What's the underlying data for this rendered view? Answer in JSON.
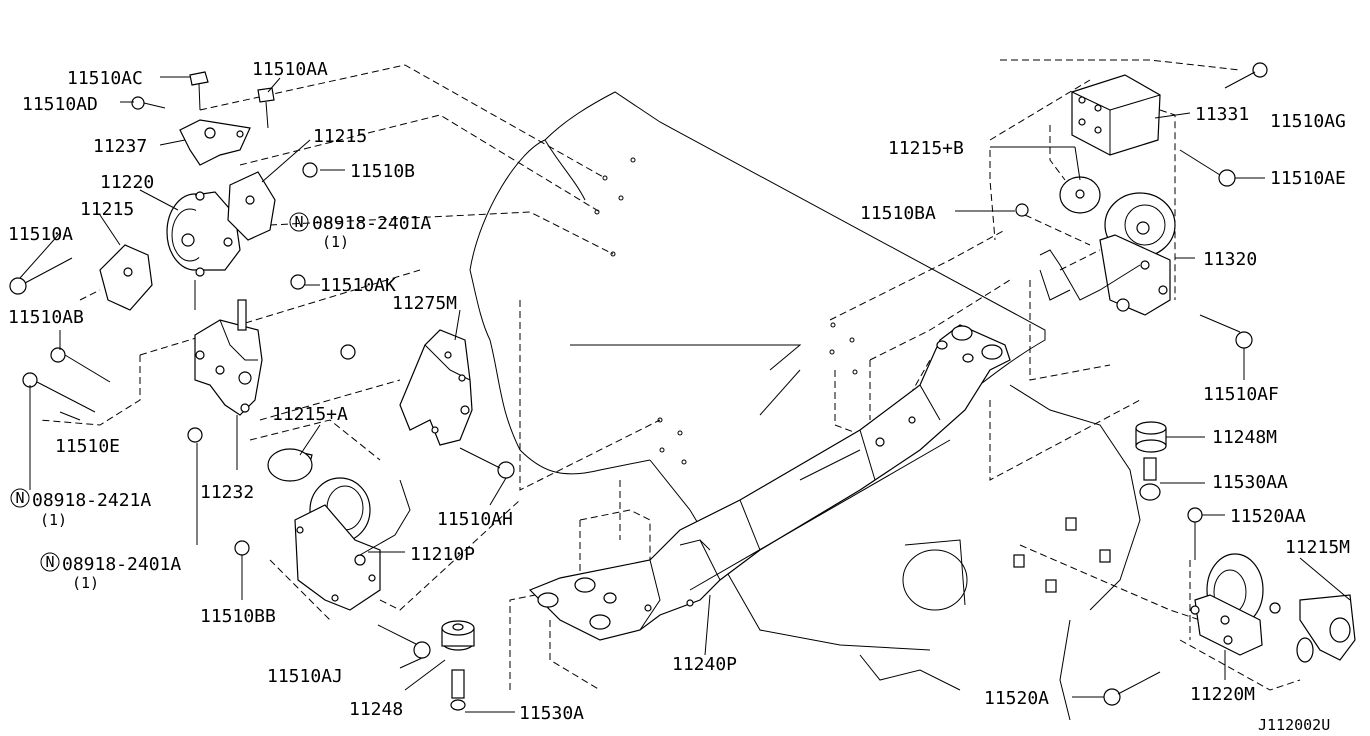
{
  "diagram_id": "J112002U",
  "labels": {
    "p11510AC": "11510AC",
    "p11510AA": "11510AA",
    "p11510AD": "11510AD",
    "p11237": "11237",
    "p11215_top": "11215",
    "p11510B": "11510B",
    "p11220": "11220",
    "p11215_left": "11215",
    "n08918_2401A_top": "08918-2401A",
    "qty_top": "(1)",
    "p11510A": "11510A",
    "p11510AK": "11510AK",
    "p11275M": "11275M",
    "p11510AB": "11510AB",
    "p11510E": "11510E",
    "p11215A": "11215+A",
    "p11232": "11232",
    "n08918_2421A": "08918-2421A",
    "qty_mid": "(1)",
    "p11510AH": "11510AH",
    "p11210P": "11210P",
    "n08918_2401A_bot": "08918-2401A",
    "qty_bot": "(1)",
    "p11510BB": "11510BB",
    "p11510AJ": "11510AJ",
    "p11248": "11248",
    "p11530A": "11530A",
    "p11240P": "11240P",
    "p11331": "11331",
    "p11510AG": "11510AG",
    "p11215B": "11215+B",
    "p11510AE": "11510AE",
    "p11510BA": "11510BA",
    "p11320": "11320",
    "p11510AF": "11510AF",
    "p11248M": "11248M",
    "p11530AA": "11530AA",
    "p11520AA": "11520AA",
    "p11215M": "11215M",
    "p11520A": "11520A",
    "p11220M": "11220M"
  },
  "nut_symbol": "N"
}
